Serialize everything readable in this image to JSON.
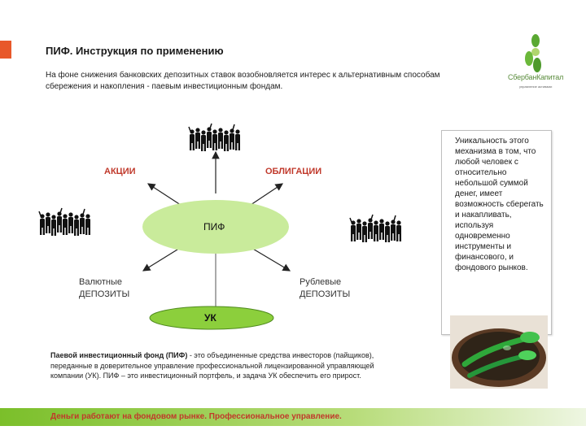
{
  "title": "ПИФ. Инструкция по применению",
  "intro": "На фоне снижения банковских депозитных ставок возобновляется интерес к альтернативным способам сбережения и накопления - паевым инвестиционным фондам.",
  "logo": {
    "name": "СбербанКапитал",
    "subtitle": "управление активами"
  },
  "diagram": {
    "center": "ПИФ",
    "stocks": "АКЦИИ",
    "bonds": "ОБЛИГАЦИИ",
    "currency_deposits_1": "Валютные",
    "currency_deposits_2": "ДЕПОЗИТЫ",
    "ruble_deposits_1": "Рублевые",
    "ruble_deposits_2": "ДЕПОЗИТЫ",
    "management": "УК"
  },
  "sidebox": {
    "text": "Уникальность этого механизма в том, что любой человек с относительно небольшой суммой денег, имеет возможность сберегать и накапливать, используя одновременно инструменты и финансового, и фондового рынков."
  },
  "definition": {
    "term": "Паевой инвестиционный фонд (ПИФ)",
    "body": " - это объединенные средства инвесторов (пайщиков), переданные в доверительное управление профессиональной лицензированной управляющей компании (УК). ПИФ – это инвестиционный портфель, и задача УК обеспечить его прирост."
  },
  "footer": "Деньги работают на фондовом рынке. Профессиональное управление.",
  "colors": {
    "accent": "#e8582a",
    "ellipse": "#c9eb9b",
    "uk_ellipse": "#8ccf3c",
    "footer": "#7bbf2a",
    "label_red": "#c0392b"
  }
}
